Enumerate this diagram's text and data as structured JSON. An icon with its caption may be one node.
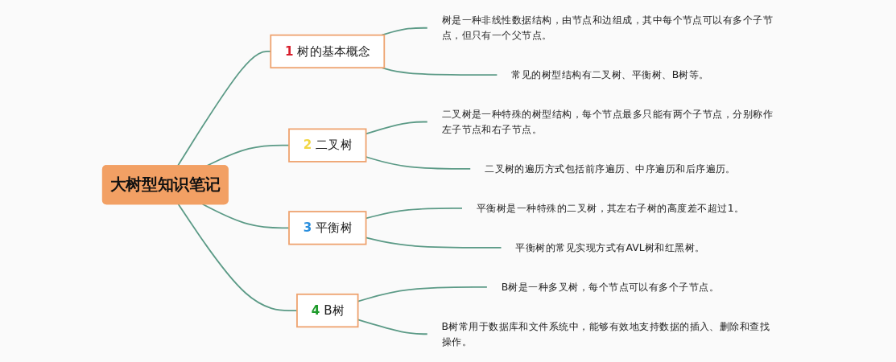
{
  "diagram": {
    "nodes": [
      {
        "text": [
          "大树型知识笔记"
        ]
      },
      {
        "text": [
          "1",
          "树的基本概念"
        ]
      },
      {
        "text": [
          "树是一种非线性数据结构，由节点和边组成，其中每个节点可以有多个子节点，但只有一个父节点。"
        ]
      },
      {
        "text": [
          "常见的树型结构有二叉树、平衡树、B树等。"
        ]
      },
      {
        "text": [
          "2",
          "二叉树"
        ]
      },
      {
        "text": [
          "二叉树是一种特殊的树型结构，每个节点最多只能有两个子节点，分别称作左子节点和右子节点。"
        ]
      },
      {
        "text": [
          "二叉树的遍历方式包括前序遍历、中序遍历和后序遍历。"
        ]
      },
      {
        "text": [
          "3",
          "平衡树"
        ]
      },
      {
        "text": [
          "平衡树是一种特殊的二叉树，其左右子树的高度差不超过1。"
        ]
      },
      {
        "text": [
          "平衡树的常见实现方式有AVL树和红黑树。"
        ]
      },
      {
        "text": [
          "4",
          "B树"
        ]
      },
      {
        "text": [
          "B树是一种多叉树，每个节点可以有多个子节点。"
        ]
      },
      {
        "text": [
          "B树常用于数据库和文件系统中，能够有效地支持数据的插入、删除和查找操作。"
        ]
      }
    ],
    "edges": [
      {
        "from": 0,
        "to": 1,
        "arrow": "none"
      },
      {
        "from": 1,
        "to": 2,
        "arrow": "none"
      },
      {
        "from": 1,
        "to": 3,
        "arrow": "none"
      },
      {
        "from": 0,
        "to": 4,
        "arrow": "none"
      },
      {
        "from": 4,
        "to": 5,
        "arrow": "none"
      },
      {
        "from": 4,
        "to": 6,
        "arrow": "none"
      },
      {
        "from": 0,
        "to": 7,
        "arrow": "none"
      },
      {
        "from": 7,
        "to": 8,
        "arrow": "none"
      },
      {
        "from": 7,
        "to": 9,
        "arrow": "none"
      },
      {
        "from": 0,
        "to": 10,
        "arrow": "none"
      },
      {
        "from": 10,
        "to": 11,
        "arrow": "none"
      },
      {
        "from": 10,
        "to": 12,
        "arrow": "none"
      }
    ]
  }
}
